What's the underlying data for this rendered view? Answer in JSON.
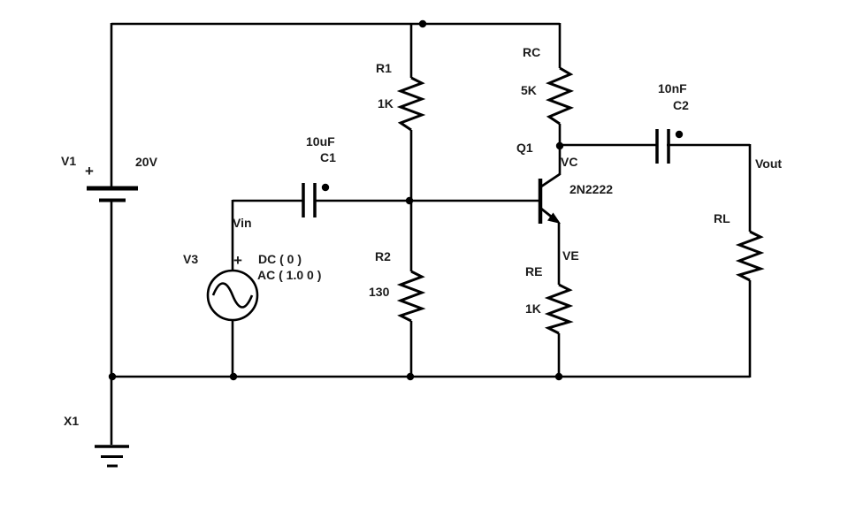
{
  "canvas": {
    "background": "#ffffff",
    "wire_color": "#000000",
    "text_color": "#1b1b1b"
  },
  "components": {
    "v1": {
      "ref": "V1",
      "value": "20V",
      "plus": "+"
    },
    "v3": {
      "ref": "V3",
      "plus": "+",
      "dc_spec": "DC ( 0 )",
      "ac_spec": "AC ( 1.0 0 )"
    },
    "r1": {
      "ref": "R1",
      "value": "1K"
    },
    "r2": {
      "ref": "R2",
      "value": "130"
    },
    "rc": {
      "ref": "RC",
      "value": "5K"
    },
    "re": {
      "ref": "RE",
      "value": "1K"
    },
    "rl": {
      "ref": "RL"
    },
    "c1": {
      "ref": "C1",
      "value": "10uF"
    },
    "c2": {
      "ref": "C2",
      "value": "10nF"
    },
    "q1": {
      "ref": "Q1",
      "part_number": "2N2222"
    },
    "x1": {
      "ref": "X1"
    }
  },
  "net_labels": {
    "vin": "Vin",
    "vc": "VC",
    "ve": "VE",
    "vout": "Vout"
  }
}
